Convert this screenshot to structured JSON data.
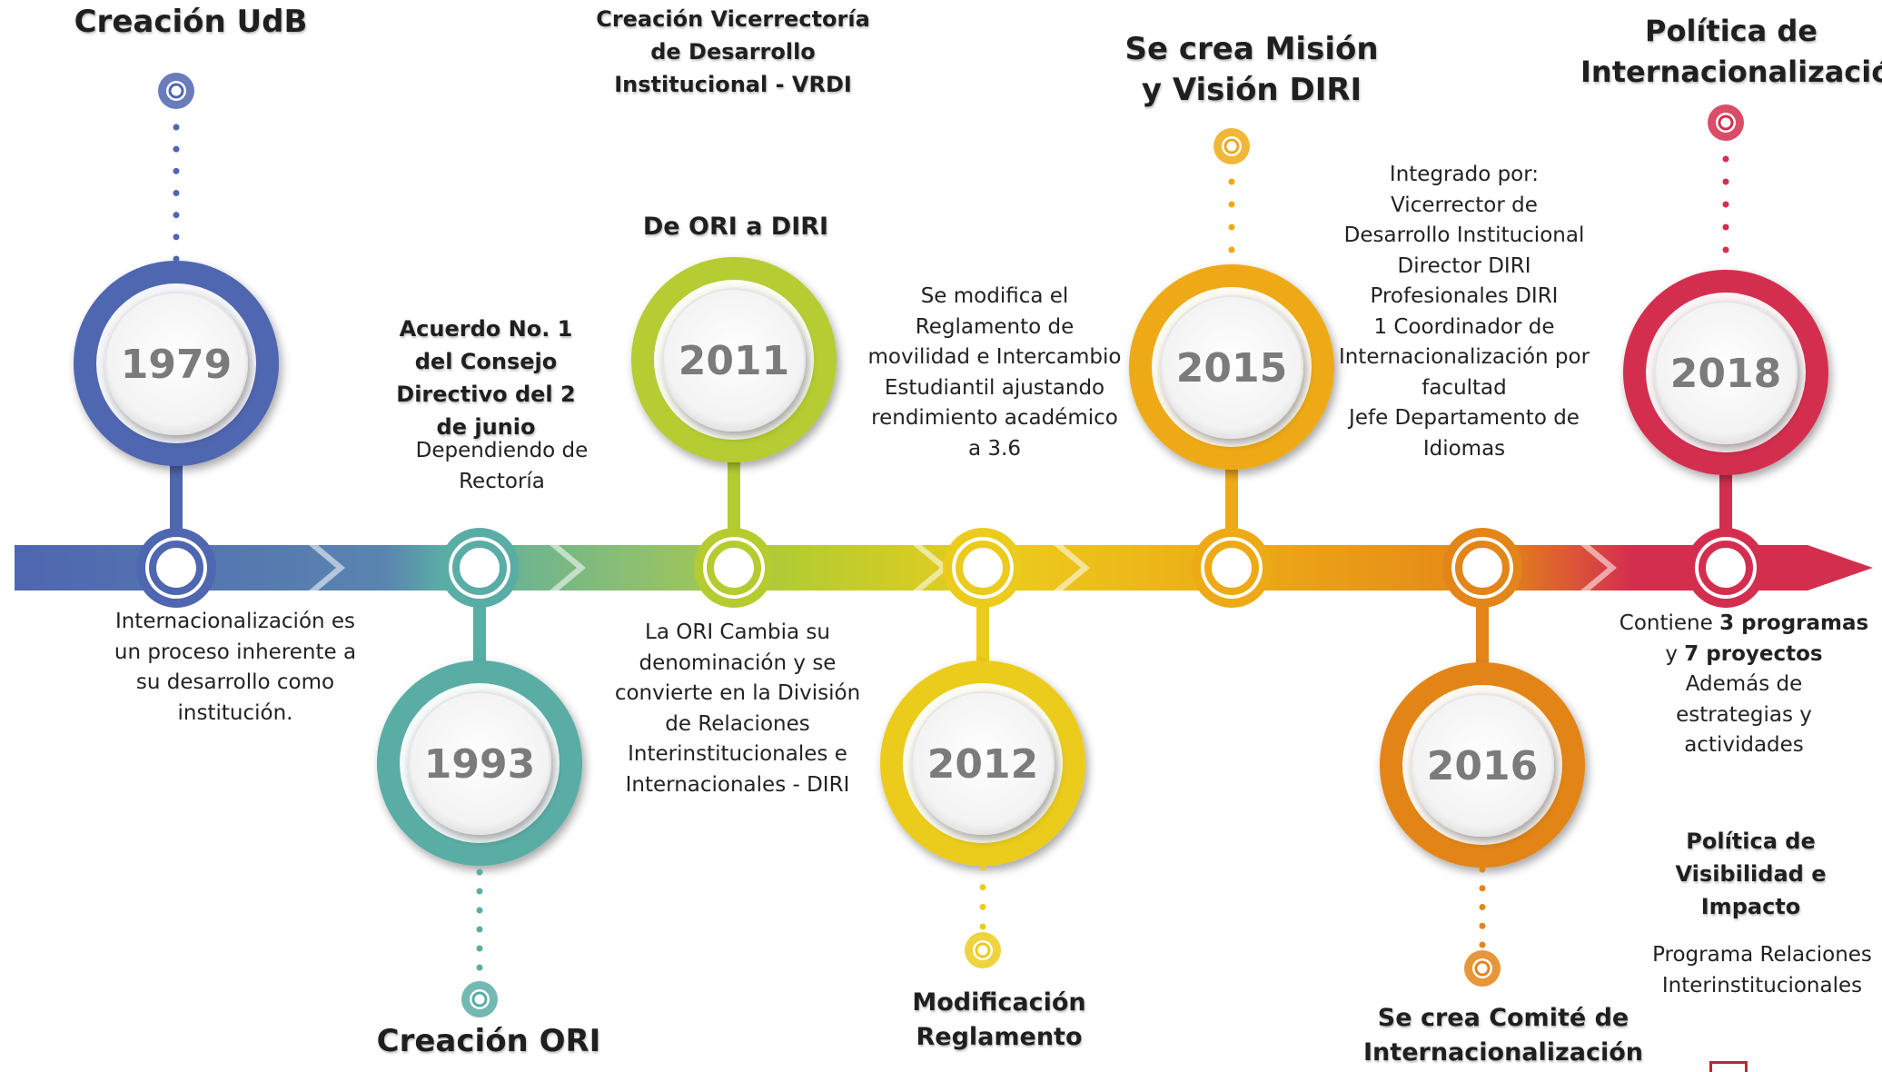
{
  "colors": {
    "blue": "#4f66b0",
    "teal": "#5aada5",
    "lime": "#b5cc30",
    "yellow": "#ebcc1d",
    "amber": "#eeaa16",
    "orange": "#e38519",
    "red": "#d42e4f"
  },
  "milestones": [
    {
      "year": "1979",
      "title": "Creación UdB",
      "description": "Internacionalización es un proceso inherente a su desarrollo como institución."
    },
    {
      "year": "1993",
      "title": "Creación ORI",
      "subtitle": "Acuerdo No. 1 del Consejo Directivo del 2 de junio",
      "description": "Dependiendo de Rectoría"
    },
    {
      "year": "2011",
      "title": "Creación Vicerrectoría de Desarrollo Institucional - VRDI",
      "subtitle": "De ORI a DIRI",
      "description": "La ORI Cambia su denominación y se convierte en la División de Relaciones Interinstitucionales e Internacionales - DIRI"
    },
    {
      "year": "2012",
      "title": "Modificación Reglamento",
      "description": "Se modifica el Reglamento de movilidad e Intercambio Estudiantil ajustando rendimiento académico a 3.6"
    },
    {
      "year": "2015",
      "title": "Se crea Misión y Visión DIRI",
      "description_lines": [
        "Integrado por:",
        "Vicerrector de",
        "Desarrollo Institucional",
        "Director DIRI",
        "Profesionales DIRI",
        "1 Coordinador de",
        "Internacionalización por",
        "facultad",
        "Jefe Departamento de",
        "Idiomas"
      ]
    },
    {
      "year": "2016",
      "title": "Se crea Comité de Internacionalización"
    },
    {
      "year": "2018",
      "title": "Política de Internacionalización",
      "contains_prefix": "Contiene ",
      "contains_programs": "3 programas",
      "contains_and": "y ",
      "contains_projects": "7 proyectos",
      "contains_rest": "Además de estrategias y actividades",
      "policy_title": "Política de Visibilidad e Impacto",
      "program_text": "Programa Relaciones Interinstitucionales"
    }
  ]
}
